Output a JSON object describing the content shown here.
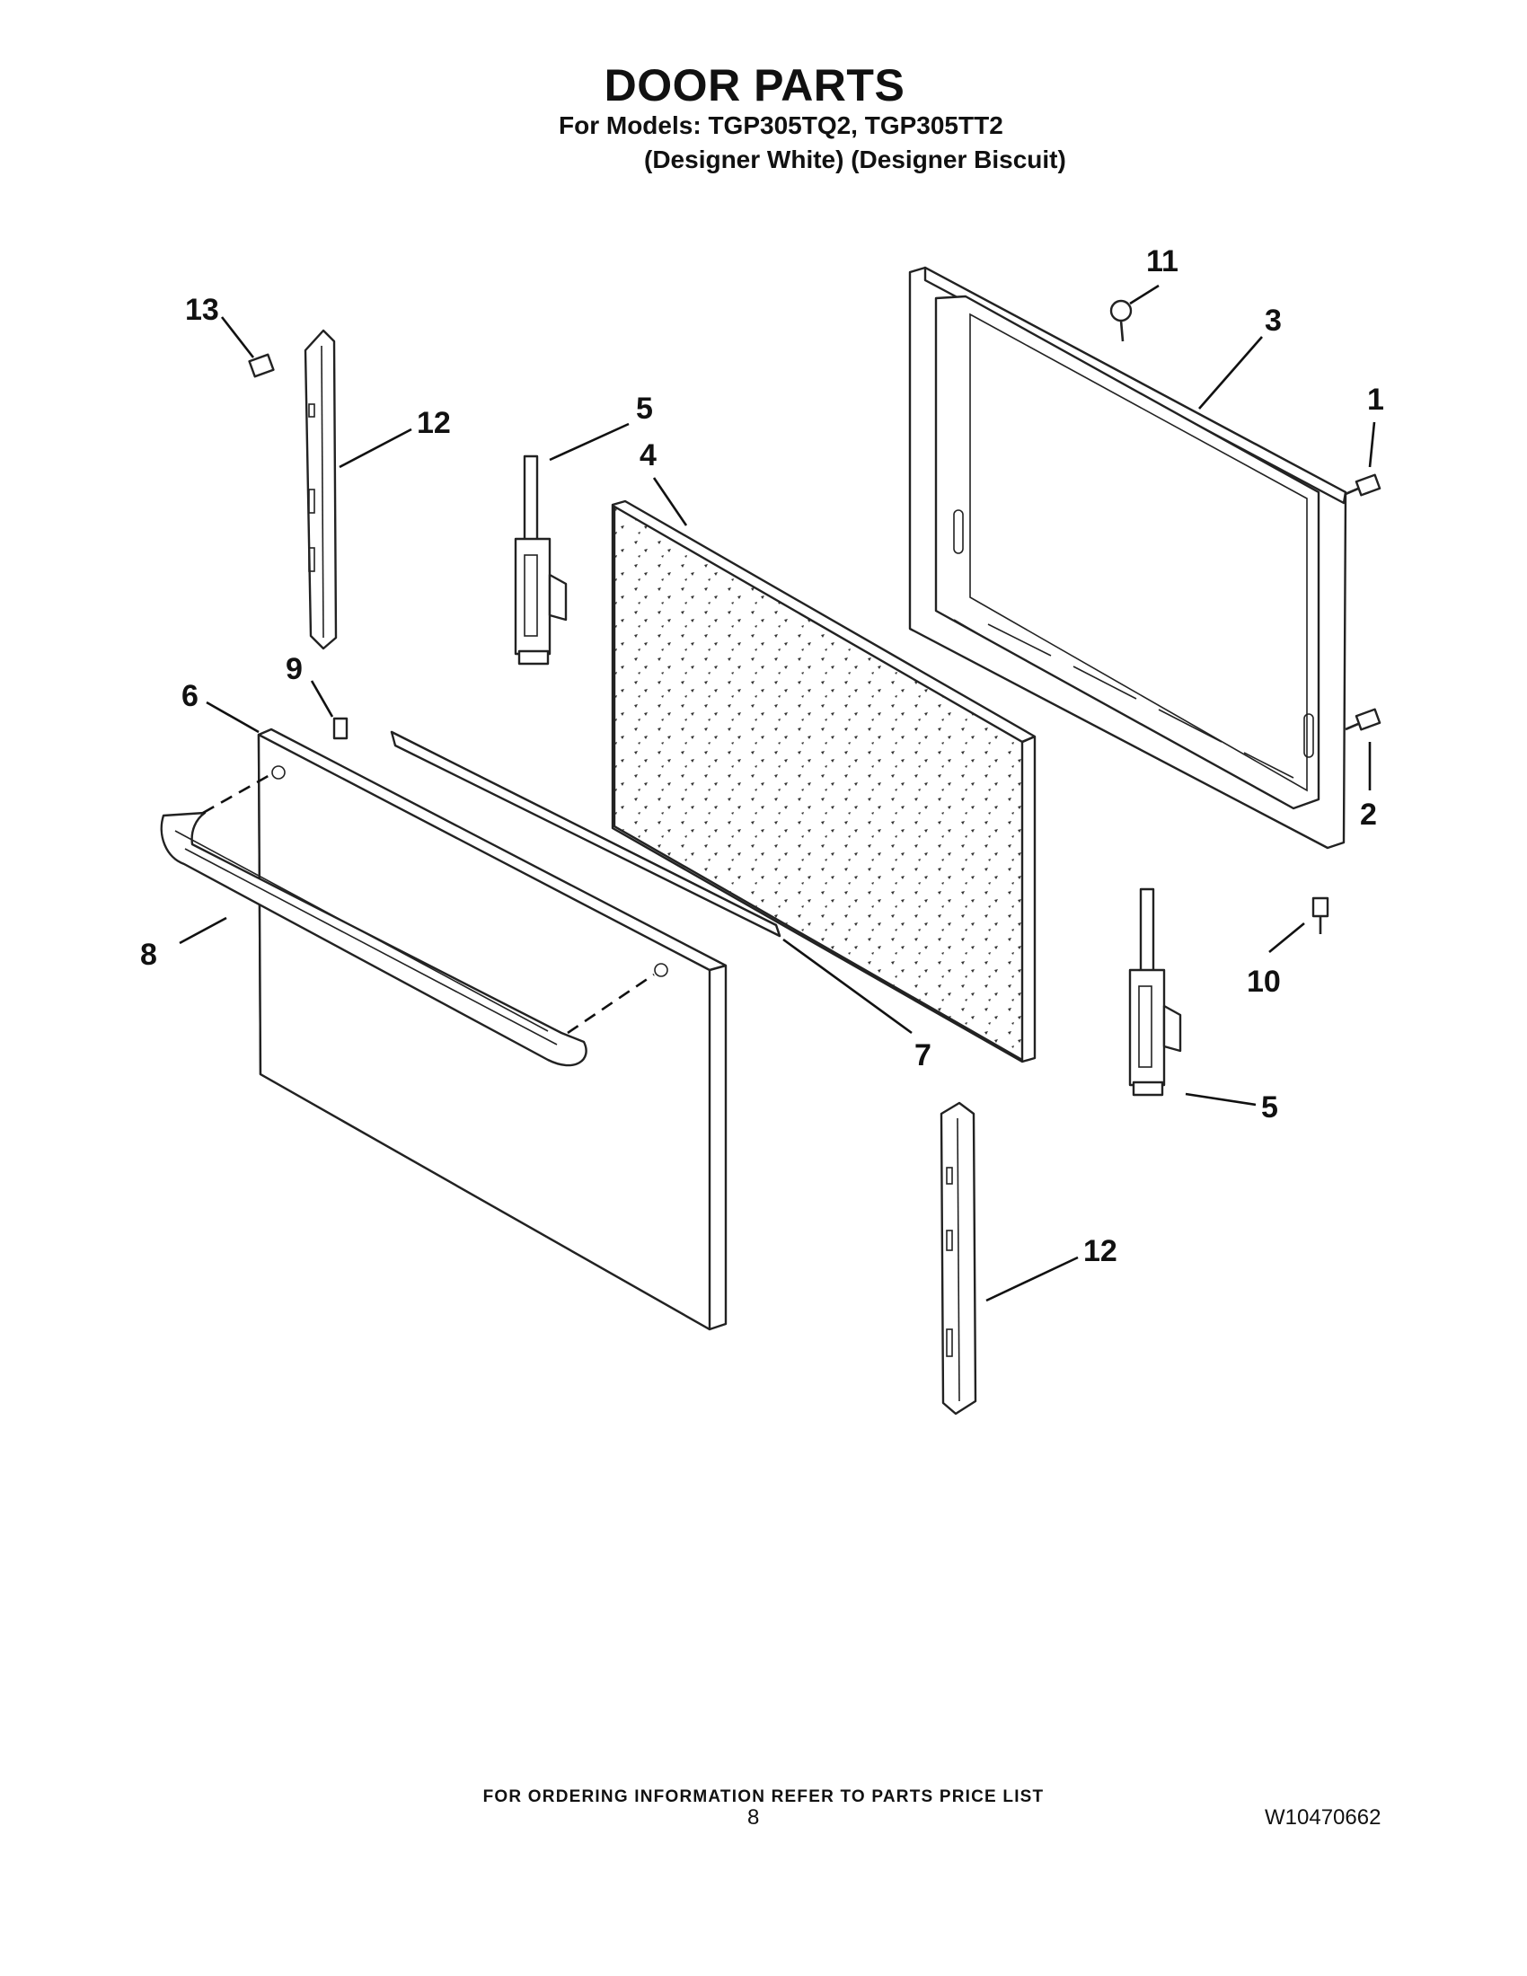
{
  "header": {
    "title": "DOOR PARTS",
    "models": "For Models: TGP305TQ2, TGP305TT2",
    "variants": "(Designer White) (Designer Biscuit)"
  },
  "callouts": {
    "c1": "1",
    "c2": "2",
    "c3": "3",
    "c4": "4",
    "c5a": "5",
    "c5b": "5",
    "c6": "6",
    "c7": "7",
    "c8": "8",
    "c9": "9",
    "c10": "10",
    "c11": "11",
    "c12a": "12",
    "c12b": "12",
    "c13": "13"
  },
  "footer": {
    "ordering_note": "FOR ORDERING INFORMATION REFER TO PARTS PRICE LIST",
    "page_number": "8",
    "document_number": "W10470662"
  }
}
